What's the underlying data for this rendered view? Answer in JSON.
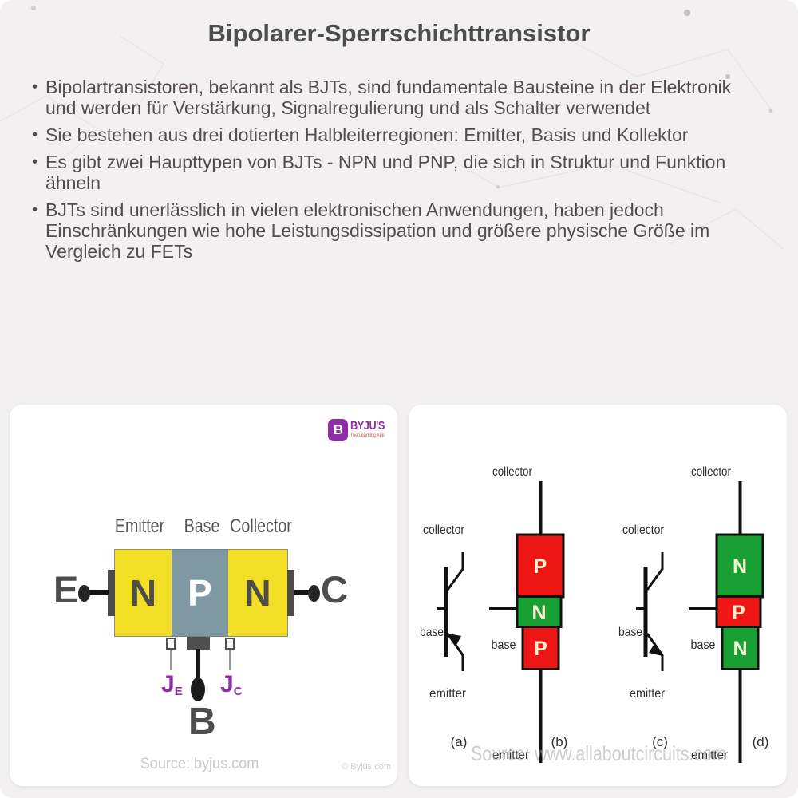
{
  "page": {
    "title": "Bipolarer-Sperrschichttransistor"
  },
  "bullets": [
    "Bipolartransistoren, bekannt als BJTs, sind fundamentale Bausteine in der Elektronik und werden für Verstärkung, Signalregulierung und als Schalter verwendet",
    "Sie bestehen aus drei dotierten Halbleiterregionen: Emitter, Basis und Kollektor",
    "Es gibt zwei Haupttypen von BJTs - NPN und PNP, die sich in Struktur und Funktion ähneln",
    "BJTs sind unerlässlich in vielen elektronischen Anwendungen, haben jedoch Einschränkungen wie hohe Leistungsdissipation und größere physische Größe im Vergleich zu FETs"
  ],
  "colors": {
    "background": "#f2f0f0",
    "card": "#ffffff",
    "text_dark": "#564c4e",
    "n_region_yellow": "#f2df25",
    "p_region_blue": "#7f98a4",
    "red_region": "#ee1515",
    "green_region": "#18a035",
    "junction_purple": "#8e2da5",
    "byjus_purple": "#8e2da5"
  },
  "left_card": {
    "logo": {
      "icon_letter": "B",
      "brand": "BYJU'S",
      "tagline": "The Learning App"
    },
    "region_labels": {
      "emitter": "Emitter",
      "base": "Base",
      "collector": "Collector"
    },
    "blocks": [
      "N",
      "P",
      "N"
    ],
    "terminals": {
      "emitter": "E",
      "collector": "C",
      "base": "B"
    },
    "junction_emitter": {
      "j": "J",
      "sub": "E"
    },
    "junction_collector": {
      "j": "J",
      "sub": "C"
    },
    "source": "Source: byjus.com",
    "copyright": "© Byjus.com"
  },
  "right_card": {
    "diagrams": [
      {
        "caption": "(a)",
        "type": "pnp-symbol",
        "collector": "collector",
        "base": "base",
        "emitter": "emitter"
      },
      {
        "caption": "(b)",
        "type": "pnp-blocks",
        "blocks": [
          "P",
          "N",
          "P"
        ],
        "collector": "collector",
        "base": "base",
        "emitter": "emitter"
      },
      {
        "caption": "(c)",
        "type": "npn-symbol",
        "collector": "collector",
        "base": "base",
        "emitter": "emitter"
      },
      {
        "caption": "(d)",
        "type": "npn-blocks",
        "blocks": [
          "N",
          "P",
          "N"
        ],
        "collector": "collector",
        "base": "base",
        "emitter": "emitter"
      }
    ],
    "watermark": "Source: www.allaboutcircuits.com"
  }
}
